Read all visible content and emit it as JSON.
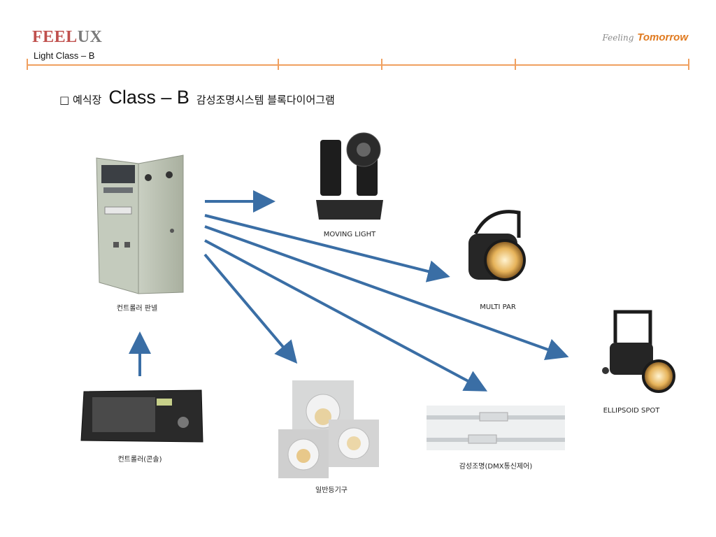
{
  "header": {
    "logo_left_main": "FEEL",
    "logo_left_accent": "UX",
    "logo_right_feeling": "Feeling",
    "logo_right_tomorrow": "Tomorrow",
    "subtitle": "Light Class – B",
    "accent_color": "#f0a060"
  },
  "title": {
    "box": "□ 예식장",
    "class_text": "Class – B",
    "rest": "감성조명시스템 블록다이어그램"
  },
  "nodes": {
    "panel": "컨트롤러 판넬",
    "console": "컨트롤러(콘솔)",
    "moving": "MOVING LIGHT",
    "par": "MULTI PAR",
    "ellipsoid": "ELLIPSOID SPOT",
    "general": "일반등기구",
    "dmx": "감성조명(DMX통신제어)"
  },
  "colors": {
    "arrow": "#3a6ea5"
  }
}
